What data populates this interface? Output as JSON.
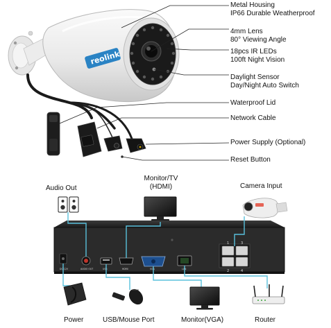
{
  "camera_callouts": [
    {
      "line1": "Metal Housing",
      "line2": "IP66 Durable Weatherproof"
    },
    {
      "line1": "4mm Lens",
      "line2": "80° Viewing Angle"
    },
    {
      "line1": "18pcs IR LEDs",
      "line2": "100ft Night Vision"
    },
    {
      "line1": "Daylight Sensor",
      "line2": "Day/Night Auto Switch"
    },
    {
      "line1": "Waterproof Lid",
      "line2": ""
    },
    {
      "line1": "Network Cable",
      "line2": ""
    },
    {
      "line1": "Power Supply (Optional)",
      "line2": ""
    },
    {
      "line1": "Reset Button",
      "line2": ""
    }
  ],
  "brand_logo": "reolink",
  "nvr_top_labels": {
    "audio_out": "Audio Out",
    "monitor_tv_line1": "Monitor/TV",
    "monitor_tv_line2": "(HDMI)",
    "camera_input": "Camera Input"
  },
  "nvr_port_labels": {
    "dc": "DC 12V",
    "audio": "AUDIO OUT",
    "usb": "USB",
    "hdmi": "HDMI",
    "vga": "VGA",
    "lan": "LAN",
    "poe_numbers": [
      "1",
      "3",
      "2",
      "4"
    ]
  },
  "nvr_bottom_labels": {
    "power": "Power",
    "usb_mouse": "USB/Mouse Port",
    "monitor_vga": "Monitor(VGA)",
    "router": "Router"
  },
  "colors": {
    "connector_line": "#59c0dc",
    "nvr_body": "#2b2b2b",
    "camera_body": "#f2f2f2"
  }
}
